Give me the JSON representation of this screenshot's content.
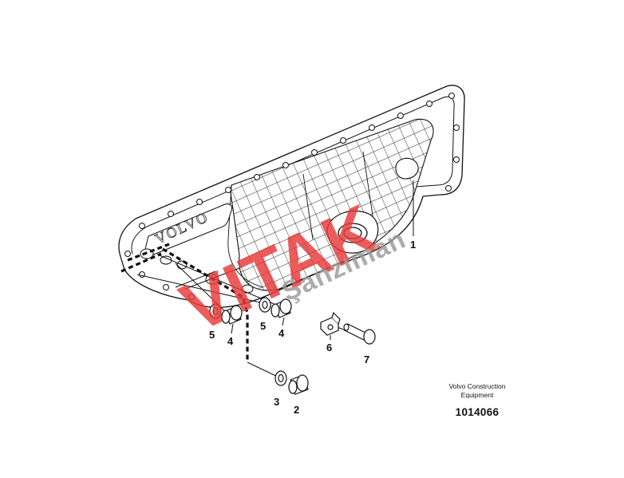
{
  "diagram": {
    "callouts": [
      "1",
      "2",
      "3",
      "4",
      "5",
      "5",
      "4",
      "6",
      "7"
    ],
    "embossed_logo": "VOLVO",
    "watermark": {
      "line1": "VITAK",
      "line2": "Şanzıman"
    },
    "source": {
      "line1": "Volvo Construction",
      "line2": "Equipment"
    },
    "part_number": "1014066"
  }
}
